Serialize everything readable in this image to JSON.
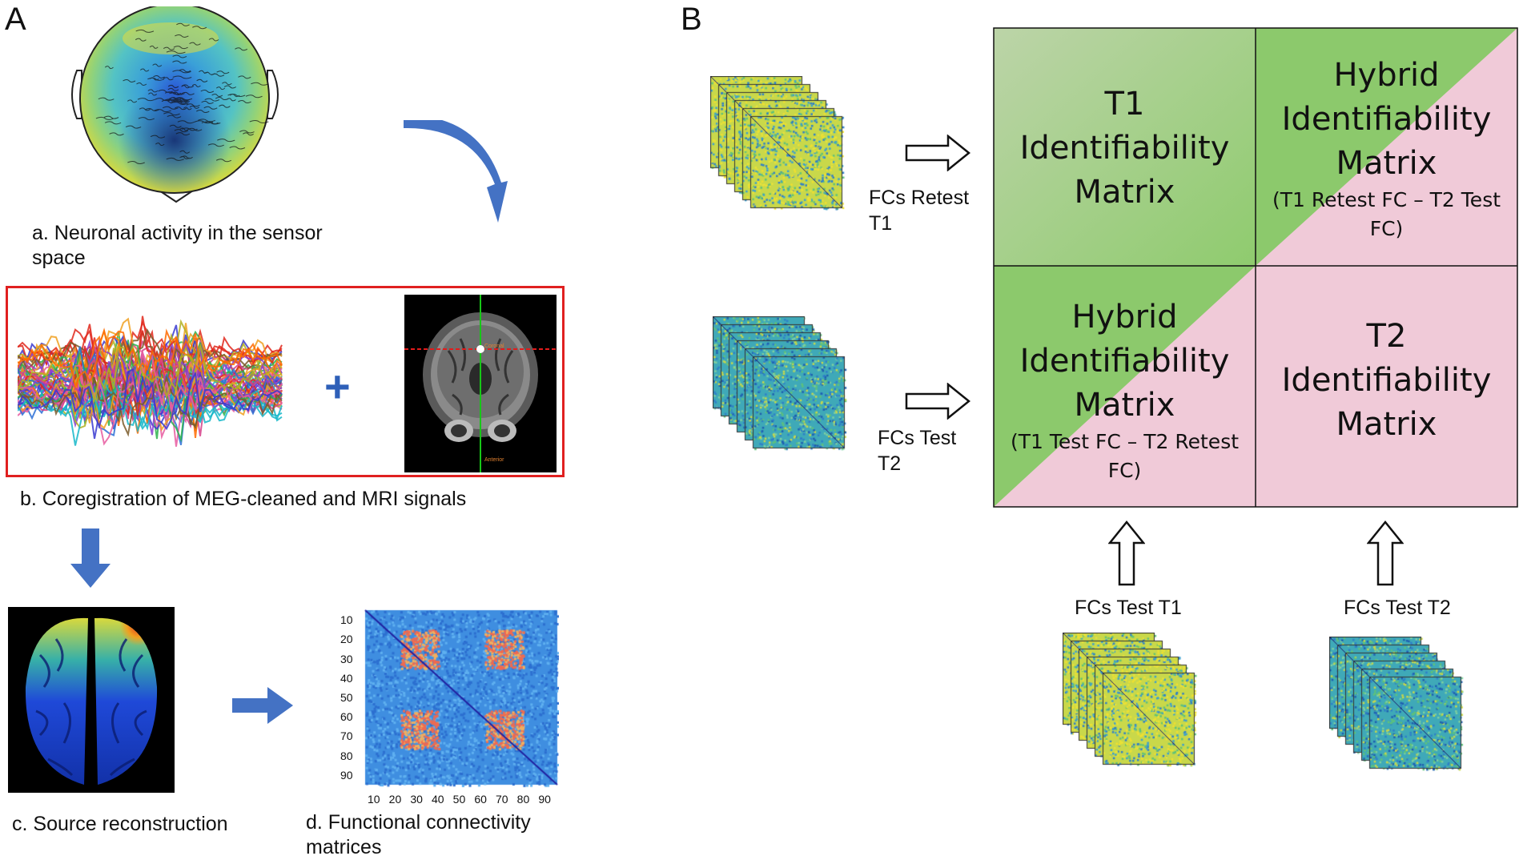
{
  "panel_a": {
    "letter": "A",
    "caption_a": "a. Neuronal activity in the sensor space",
    "caption_b": "b. Coregistration of MEG-cleaned and MRI signals",
    "caption_c": "c. Source reconstruction",
    "caption_d": "d. Functional connectivity matrices",
    "plus": "+",
    "mri_label_top": "Coronal",
    "mri_label_bottom": "Anterior",
    "matrix_ticks_y": [
      "10",
      "20",
      "30",
      "40",
      "50",
      "60",
      "70",
      "80",
      "90"
    ],
    "matrix_ticks_x": [
      "10",
      "20",
      "30",
      "40",
      "50",
      "60",
      "70",
      "80",
      "90"
    ]
  },
  "panel_b": {
    "letter": "B",
    "label_retest_t1": "FCs Retest T1",
    "label_retest_t1_l1": "FCs Retest",
    "label_retest_t1_l2": "T1",
    "label_test_t2_l1": "FCs Test",
    "label_test_t2_l2": "T2",
    "label_test_t1": "FCs Test T1",
    "label_test_t2": "FCs Test T2",
    "cells": {
      "tl": {
        "title": [
          "T1",
          "Identifiability",
          "Matrix"
        ],
        "sub": ""
      },
      "tr": {
        "title": [
          "Hybrid",
          "Identifiability",
          "Matrix"
        ],
        "sub": "(T1 Retest FC – T2 Test FC)"
      },
      "bl": {
        "title": [
          "Hybrid",
          "Identifiability",
          "Matrix"
        ],
        "sub": "(T1 Test FC – T2 Retest FC)"
      },
      "br": {
        "title": [
          "T2",
          "Identifiability",
          "Matrix"
        ],
        "sub": ""
      }
    },
    "colors": {
      "green": "#8cc96c",
      "pink": "#f0cad8",
      "green_light": "#b9d6a5"
    }
  }
}
